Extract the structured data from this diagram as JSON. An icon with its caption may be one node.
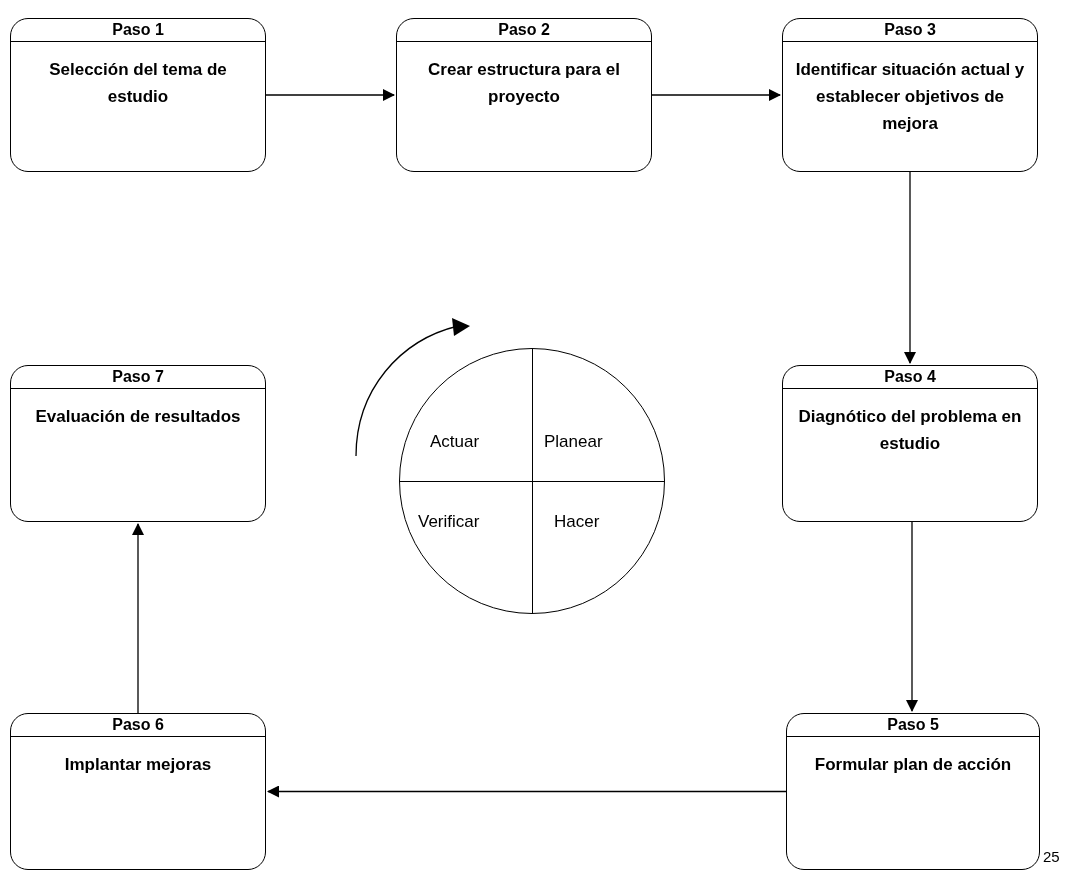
{
  "diagram": {
    "nodes": [
      {
        "text": [
          "Paso 1",
          "Selección del tema de estudio"
        ]
      },
      {
        "text": [
          "Paso 2",
          "Crear estructura para el proyecto"
        ]
      },
      {
        "text": [
          "Paso 3",
          "Identificar situación actual y establecer objetivos de mejora"
        ]
      },
      {
        "text": [
          "Paso 4",
          "Diagnótico del problema en estudio"
        ]
      },
      {
        "text": [
          "Paso 5",
          "Formular plan de acción"
        ]
      },
      {
        "text": [
          "Paso 6",
          "Implantar mejoras"
        ]
      },
      {
        "text": [
          "Paso 7",
          "Evaluación de resultados"
        ]
      },
      {
        "text": [
          "Actuar",
          "Planear",
          "Verificar",
          "Hacer"
        ]
      }
    ],
    "edges": [
      {
        "from": 0,
        "to": 1,
        "arrow": "to"
      },
      {
        "from": 1,
        "to": 2,
        "arrow": "to"
      },
      {
        "from": 2,
        "to": 3,
        "arrow": "to"
      },
      {
        "from": 3,
        "to": 4,
        "arrow": "to"
      },
      {
        "from": 4,
        "to": 5,
        "arrow": "to"
      },
      {
        "from": 5,
        "to": 6,
        "arrow": "to"
      }
    ],
    "labels": [
      "25"
    ]
  }
}
